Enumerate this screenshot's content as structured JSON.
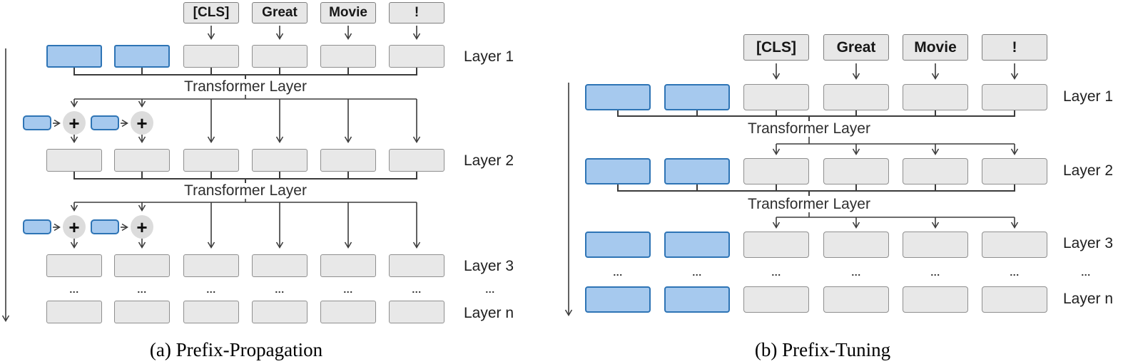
{
  "figure": {
    "left": {
      "caption": "(a) Prefix-Propagation",
      "tokens": [
        "[CLS]",
        "Great",
        "Movie",
        "!"
      ],
      "transformer_labels": [
        "Transformer Layer",
        "Transformer Layer"
      ],
      "layer_labels": [
        "Layer 1",
        "Layer 2",
        "Layer 3",
        "Layer n"
      ],
      "plus_sign": "+",
      "ellipsis": "..."
    },
    "right": {
      "caption": "(b) Prefix-Tuning",
      "tokens": [
        "[CLS]",
        "Great",
        "Movie",
        "!"
      ],
      "transformer_labels": [
        "Transformer Layer",
        "Transformer Layer"
      ],
      "layer_labels": [
        "Layer 1",
        "Layer 2",
        "Layer 3",
        "Layer n"
      ],
      "ellipsis": "..."
    },
    "colors": {
      "prefix_fill": "#A6C9EE",
      "prefix_border": "#2E74B5",
      "hidden_fill": "#E8E8E8",
      "hidden_border": "#8F8F8F",
      "token_fill": "#E7E7E7",
      "token_border": "#7F7F7F",
      "plus_circle_fill": "#DCDCDC",
      "line": "#3B3B3B"
    }
  }
}
